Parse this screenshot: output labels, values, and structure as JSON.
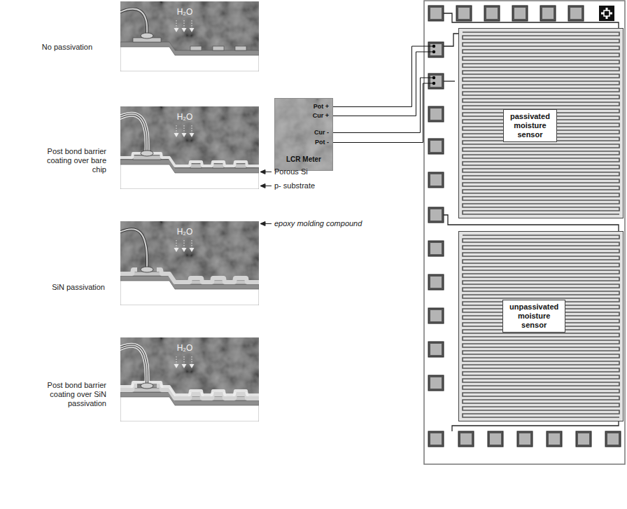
{
  "diagram": {
    "nodes": [
      {
        "text": [
          "H₂O"
        ]
      },
      {
        "text": [
          "H₂O"
        ]
      },
      {
        "text": [
          "H₂O"
        ]
      },
      {
        "text": [
          "H₂O"
        ]
      },
      {
        "text": [
          "Pot +",
          "Cur +",
          "Cur -",
          "Pot -",
          "LCR Meter"
        ]
      },
      {
        "text": [
          "passivated moisture sensor"
        ]
      },
      {
        "text": [
          "unpassivated moisture sensor"
        ]
      }
    ],
    "labels": [
      "No passivation",
      "Post bond barrier coating over bare chip",
      "Porous Si",
      "p- substrate",
      "epoxy molding compound",
      "SiN passivation",
      "Post bond barrier coating over SiN passivation"
    ]
  }
}
